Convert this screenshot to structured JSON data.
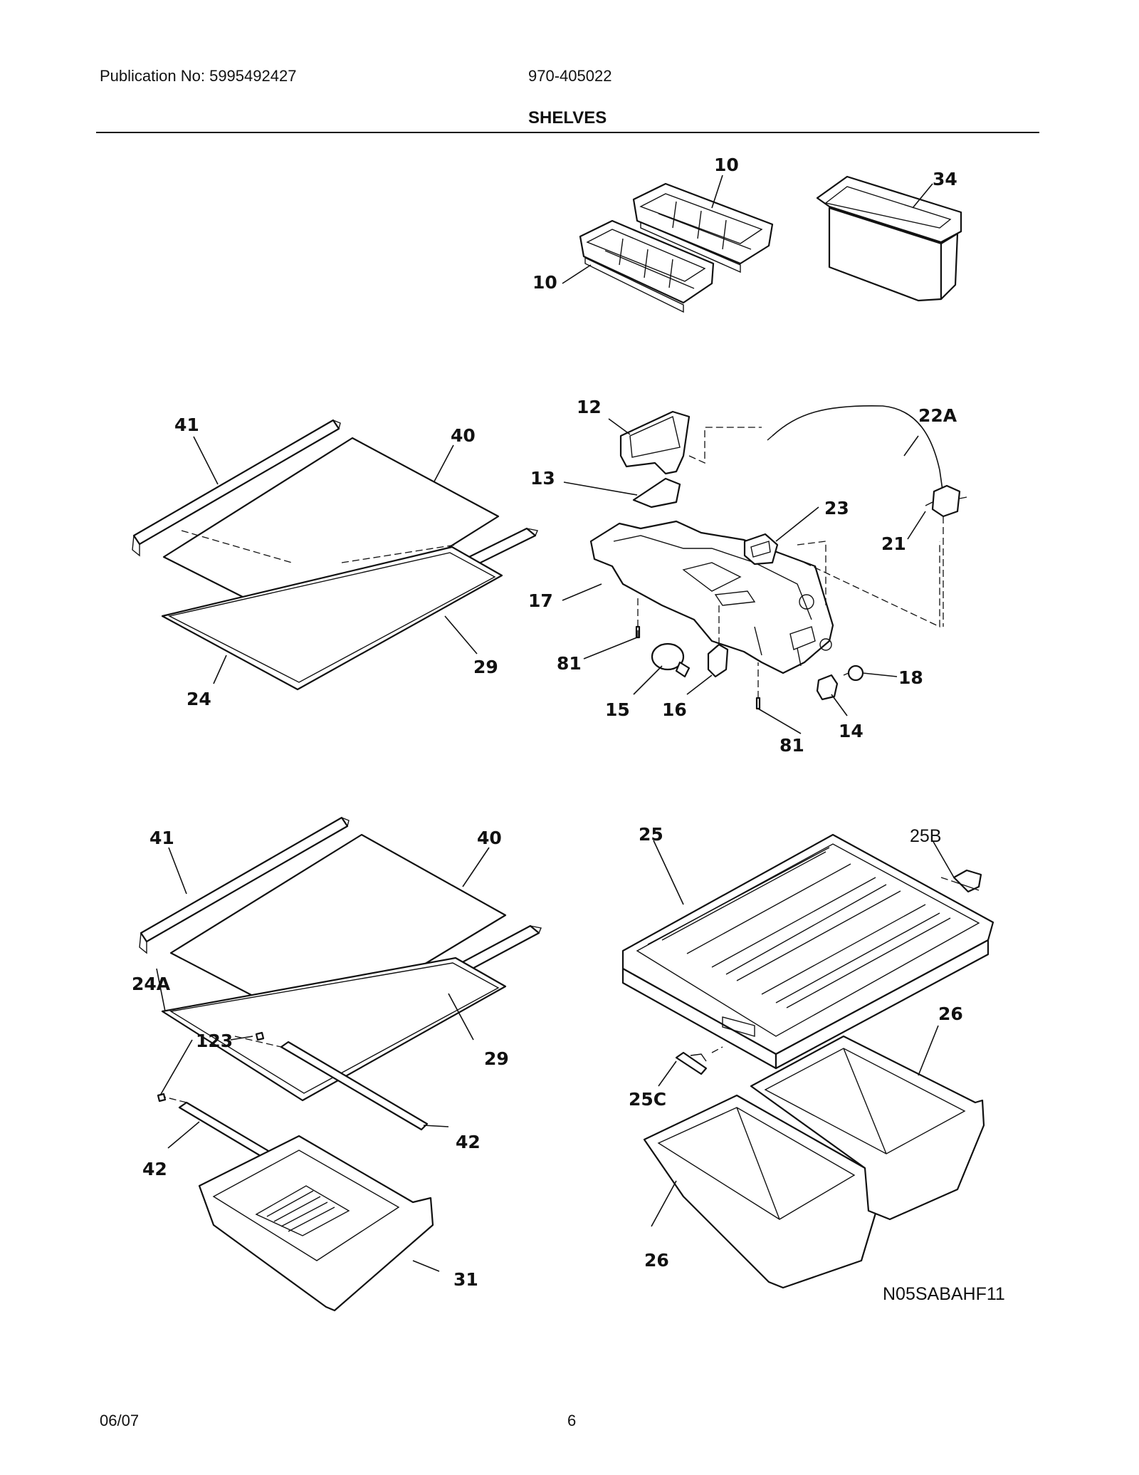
{
  "header": {
    "publication": "Publication No: 5995492427",
    "model": "970-405022",
    "title": "SHELVES"
  },
  "callouts": {
    "c10a": "10",
    "c10b": "10",
    "c34": "34",
    "c41a": "41",
    "c40a": "40",
    "c29a": "29",
    "c24": "24",
    "c12": "12",
    "c13": "13",
    "c17": "17",
    "c81a": "81",
    "c81b": "81",
    "c15": "15",
    "c16": "16",
    "c14": "14",
    "c18": "18",
    "c21": "21",
    "c23": "23",
    "c22A": "22A",
    "c41b": "41",
    "c40b": "40",
    "c24A": "24A",
    "c123": "123",
    "c29b": "29",
    "c42a": "42",
    "c42b": "42",
    "c31": "31",
    "c25": "25",
    "c25B": "25B",
    "c25C": "25C",
    "c26a": "26",
    "c26b": "26"
  },
  "diagram_code": "N05SABAHF11",
  "footer": {
    "date": "06/07",
    "page": "6"
  }
}
